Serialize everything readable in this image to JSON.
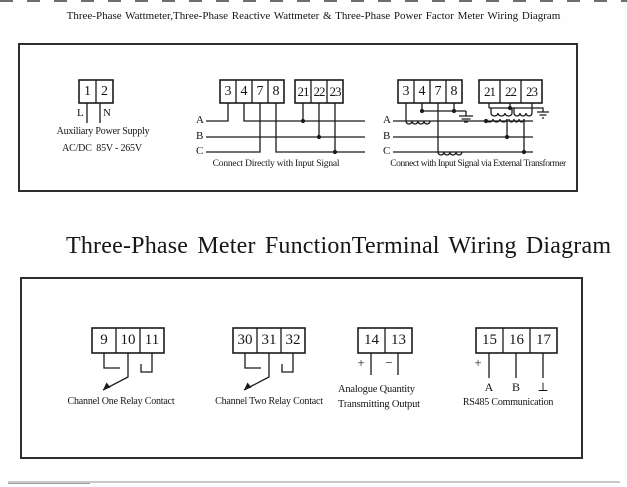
{
  "page": {
    "top_title": "Three-Phase Wattmeter,Three-Phase Reactive Wattmeter & Three-Phase Power Factor Meter Wiring Diagram",
    "middle_title": "Three-Phase Meter FunctionTerminal Wiring Diagram"
  },
  "power_wiring_box": {
    "aux_power": {
      "terminals": [
        "1",
        "2"
      ],
      "line_label": "L",
      "neutral_label": "N",
      "caption": "Auxiliary Power Supply",
      "rating": "AC/DC  85V - 265V"
    },
    "direct_input": {
      "current_terminals": [
        "3",
        "4",
        "7",
        "8"
      ],
      "voltage_terminals": [
        "21",
        "22",
        "23"
      ],
      "phase_labels": [
        "A",
        "B",
        "C"
      ],
      "caption": "Connect Directly with Input Signal"
    },
    "external_transformer": {
      "current_terminals": [
        "3",
        "4",
        "7",
        "8"
      ],
      "voltage_terminals": [
        "21",
        "22",
        "23"
      ],
      "phase_labels": [
        "A",
        "B",
        "C"
      ],
      "caption": "Connect with Input Signal via External Transformer"
    }
  },
  "function_wiring_box": {
    "relay_one": {
      "terminals": [
        "9",
        "10",
        "11"
      ],
      "caption": "Channel One Relay Contact"
    },
    "relay_two": {
      "terminals": [
        "30",
        "31",
        "32"
      ],
      "caption": "Channel Two Relay Contact"
    },
    "analogue_output": {
      "terminals": [
        "14",
        "13"
      ],
      "plus": "+",
      "minus": "−",
      "caption_line1": "Analogue Quantity",
      "caption_line2": "Transmitting Output"
    },
    "rs485": {
      "terminals": [
        "15",
        "16",
        "17"
      ],
      "plus": "+",
      "wire_labels": [
        "A",
        "B",
        "⊥"
      ],
      "caption": "RS485 Communication"
    }
  }
}
